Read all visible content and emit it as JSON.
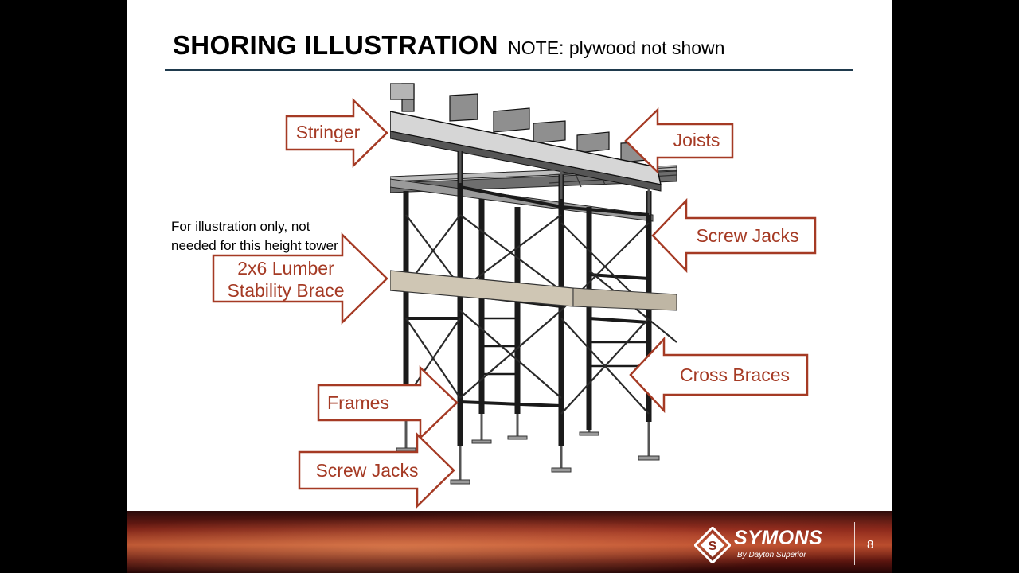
{
  "slide": {
    "title": "SHORING ILLUSTRATION",
    "note": "NOTE: plywood not shown",
    "side_note": "For illustration only, not needed for this height tower",
    "page_number": "8"
  },
  "callouts": {
    "stringer": "Stringer",
    "joists": "Joists",
    "screw_jacks_top": "Screw Jacks",
    "lumber_line1": "2x6 Lumber",
    "lumber_line2": "Stability Brace",
    "cross_braces": "Cross Braces",
    "frames": "Frames",
    "screw_jacks_bottom": "Screw Jacks"
  },
  "logo": {
    "brand": "SYMONS",
    "tagline": "By Dayton Superior"
  },
  "colors": {
    "callout": "#a53a24",
    "rule": "#1f3a4d"
  }
}
